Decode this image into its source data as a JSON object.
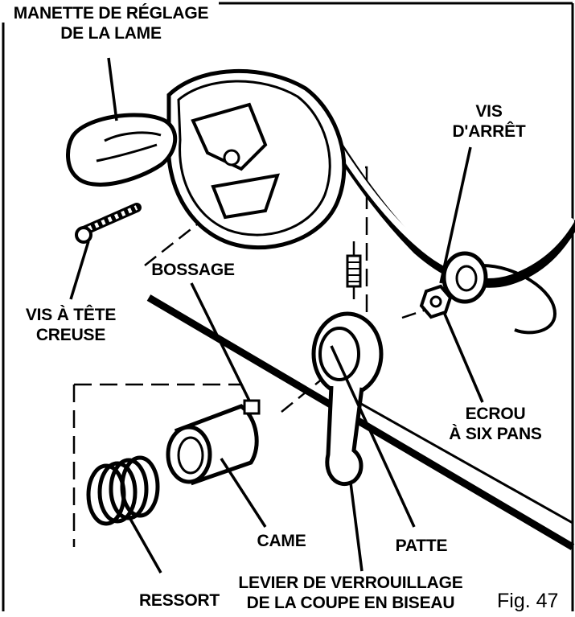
{
  "labels": {
    "manette_line1": "MANETTE DE RÉGLAGE",
    "manette_line2": "DE LA LAME",
    "vis_arret_line1": "VIS",
    "vis_arret_line2": "D'ARRÊT",
    "bossage": "BOSSAGE",
    "vis_tete_line1": "VIS À TÊTE",
    "vis_tete_line2": "CREUSE",
    "ecrou_line1": "ECROU",
    "ecrou_line2": "À SIX PANS",
    "patte": "PATTE",
    "came": "CAME",
    "ressort": "RESSORT",
    "levier_line1": "LEVIER DE VERROUILLAGE",
    "levier_line2": "DE LA COUPE EN BISEAU"
  },
  "figure_number": "Fig. 47",
  "colors": {
    "ink": "#000000",
    "paper": "#ffffff"
  }
}
